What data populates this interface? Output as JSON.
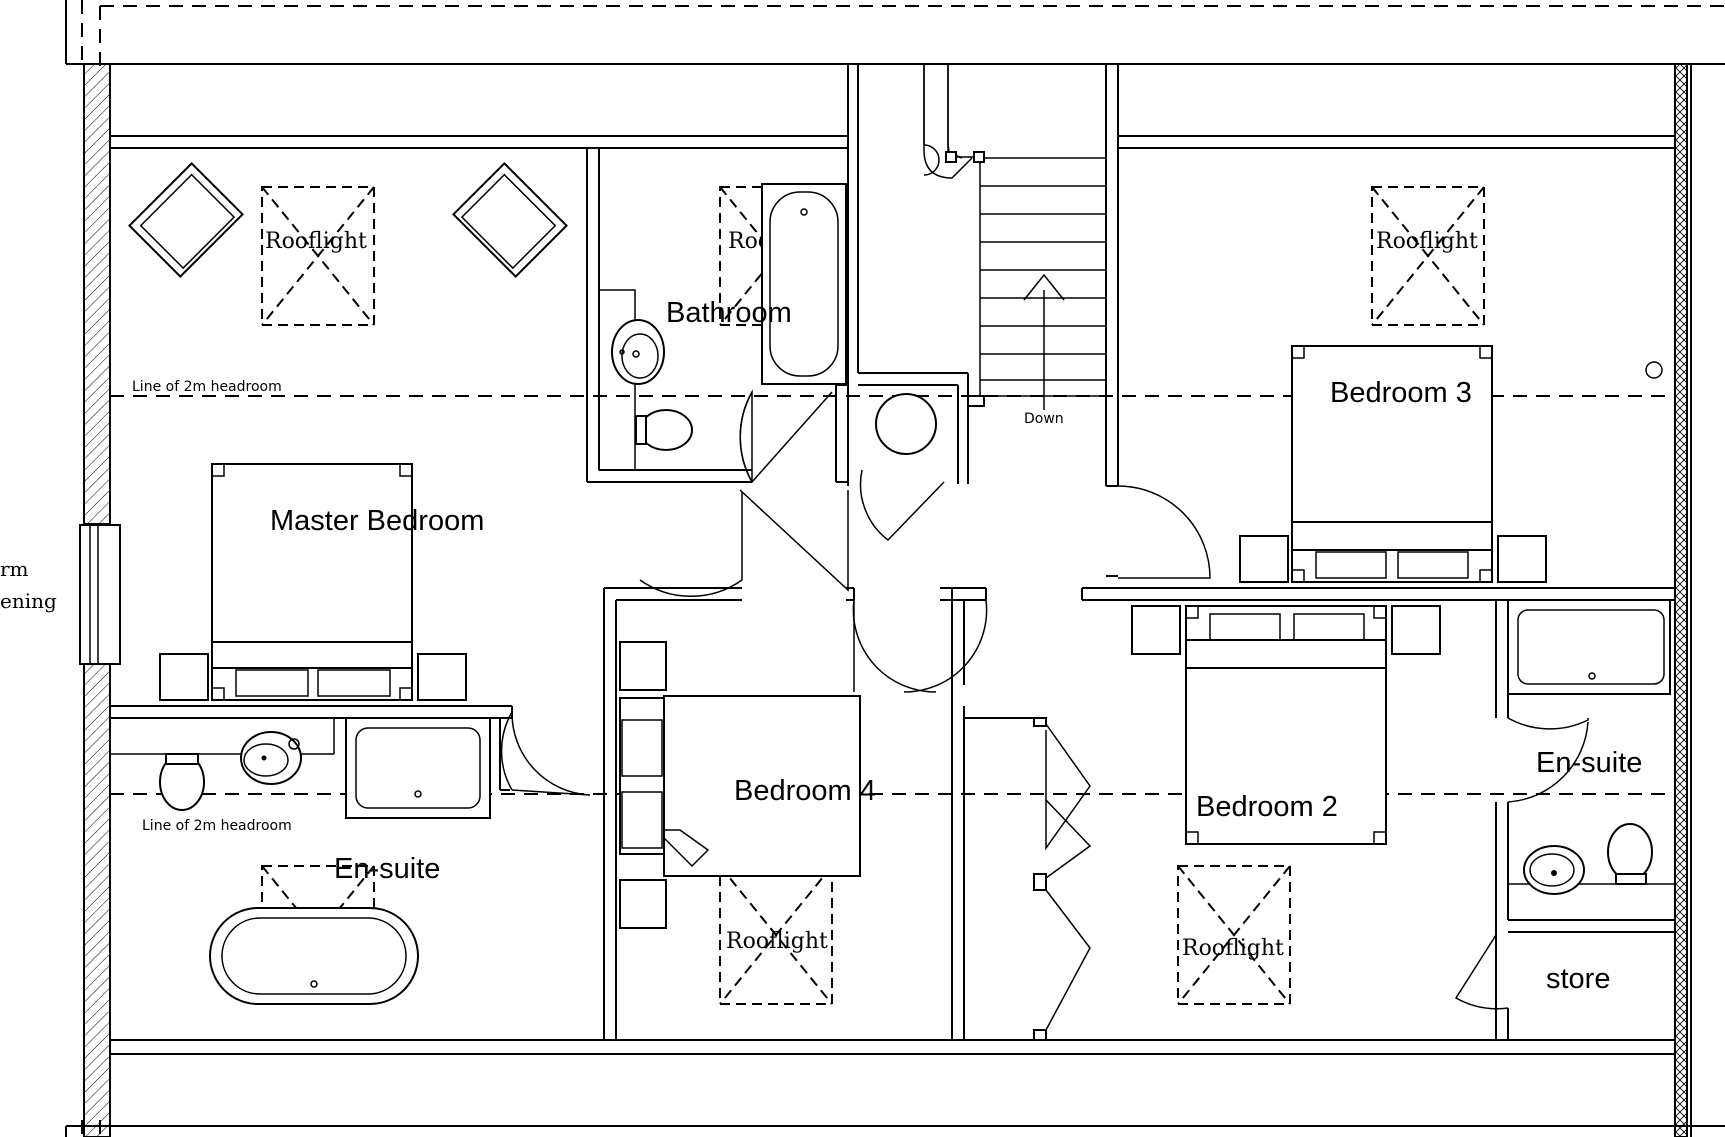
{
  "rooms": {
    "master_bedroom": "Master Bedroom",
    "bathroom": "Bathroom",
    "bedroom_2": "Bedroom 2",
    "bedroom_3": "Bedroom 3",
    "bedroom_4": "Bedroom 4",
    "ensuite_left": "En-suite",
    "ensuite_right": "En-suite",
    "store": "store"
  },
  "rooflight_label": "Rooflight",
  "headroom_label": "Line of 2m headroom",
  "stair_label": "Down",
  "edge_text": [
    "rm",
    "ening"
  ]
}
